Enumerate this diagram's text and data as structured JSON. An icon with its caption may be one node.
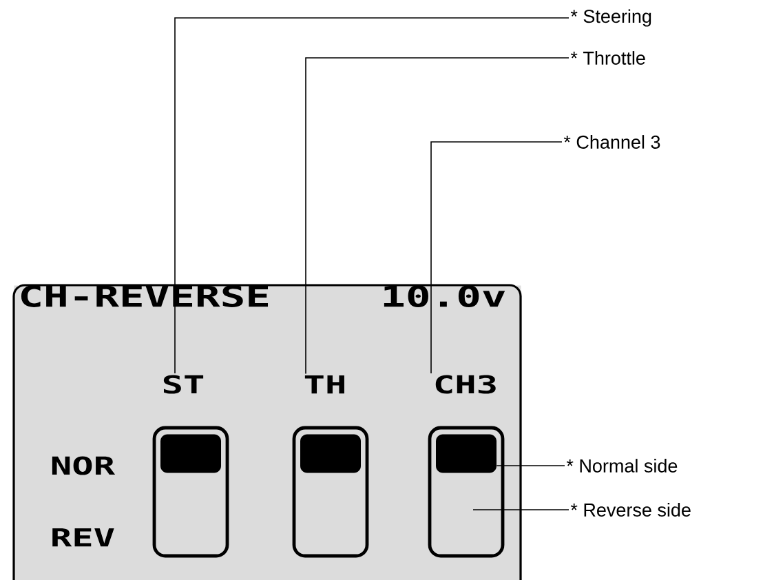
{
  "diagram": {
    "nodes": [
      {
        "text": [
          "CH-REVERSE",
          "10.0v"
        ]
      },
      {
        "text": [
          "ST"
        ],
        "in": 0
      },
      {
        "text": [
          "TH"
        ],
        "in": 0
      },
      {
        "text": [
          "CH3"
        ],
        "in": 0
      },
      {
        "text": [],
        "shape": "box",
        "in": 0
      },
      {
        "text": [],
        "shape": "box",
        "in": 0
      },
      {
        "text": [],
        "shape": "box",
        "in": 0
      },
      {
        "text": [],
        "shape": "box",
        "in": 4
      },
      {
        "text": [],
        "shape": "box",
        "in": 5
      },
      {
        "text": [],
        "shape": "box",
        "in": 6
      },
      {
        "text": [
          "* Steering"
        ]
      },
      {
        "text": [
          "* Throttle"
        ]
      },
      {
        "text": [
          "* Channel 3"
        ]
      },
      {
        "text": [
          "* Normal side"
        ]
      },
      {
        "text": [
          "* Reverse side"
        ]
      }
    ],
    "edges": [
      {
        "from": 10,
        "to": 1,
        "arrow": "none"
      },
      {
        "from": 11,
        "to": 2,
        "arrow": "none"
      },
      {
        "from": 12,
        "to": 3,
        "arrow": "none"
      },
      {
        "from": 13,
        "to": 9,
        "arrow": "none"
      },
      {
        "from": 14,
        "to": 6,
        "arrow": "none"
      }
    ],
    "labels": [
      "NOR",
      "REV"
    ]
  }
}
